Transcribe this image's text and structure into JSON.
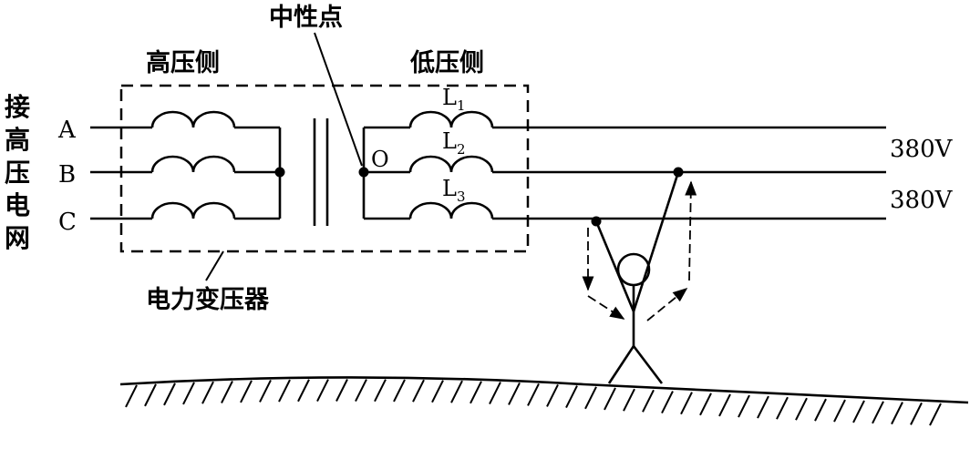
{
  "grid_label": [
    "接",
    "高",
    "压",
    "电",
    "网"
  ],
  "high_side_label": "高压侧",
  "low_side_label": "低压侧",
  "neutral_label": "中性点",
  "neutral_point": "O",
  "transformer_label": "电力变压器",
  "phases": [
    "A",
    "B",
    "C"
  ],
  "coils": [
    {
      "letter": "L",
      "sub": "1"
    },
    {
      "letter": "L",
      "sub": "2"
    },
    {
      "letter": "L",
      "sub": "3"
    }
  ],
  "voltage_top": "380V",
  "voltage_bottom": "380V"
}
